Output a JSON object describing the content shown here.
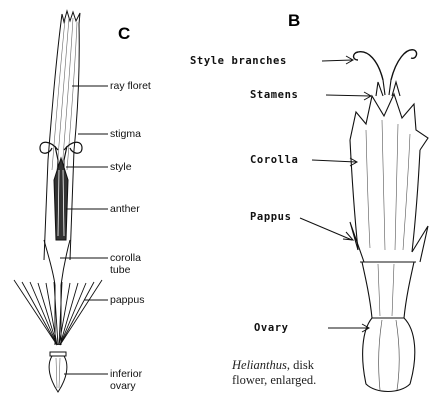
{
  "panels": {
    "c": {
      "letter": "C"
    },
    "b": {
      "letter": "B"
    }
  },
  "labels_c": {
    "ray_floret": "ray floret",
    "stigma": "stigma",
    "style": "style",
    "anther": "anther",
    "corolla_tube": "corolla\ntube",
    "pappus": "pappus",
    "inferior_ovary": "inferior\novary"
  },
  "labels_b": {
    "style_branches": "Style branches",
    "stamens": "Stamens",
    "corolla": "Corolla",
    "pappus": "Pappus",
    "ovary": "Ovary"
  },
  "caption": {
    "genus": "Helianthus",
    "rest_line1": ", disk",
    "line2": "flower, enlarged."
  }
}
